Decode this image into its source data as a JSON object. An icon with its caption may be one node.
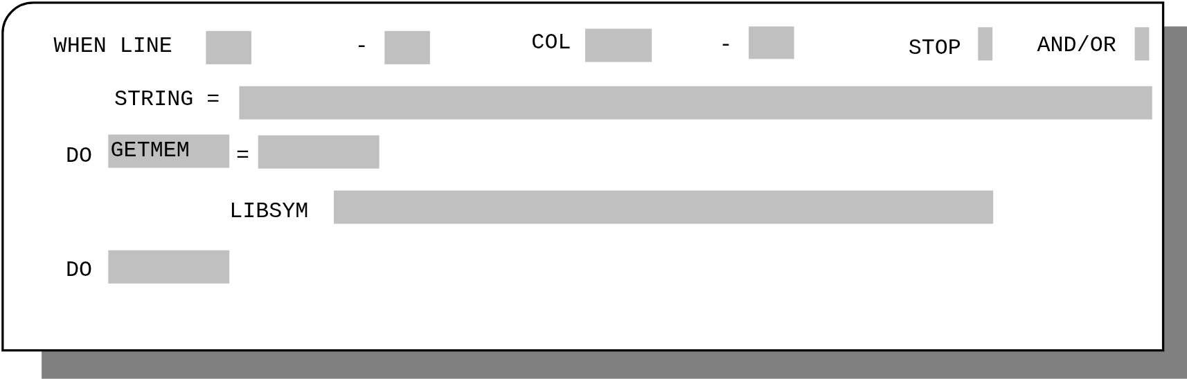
{
  "diagram": {
    "labels": [
      "WHEN LINE",
      "-",
      "COL",
      "-",
      "STOP",
      "AND/OR",
      "STRING =",
      "DO",
      "GETMEM",
      "=",
      "LIBSYM",
      "DO"
    ]
  }
}
